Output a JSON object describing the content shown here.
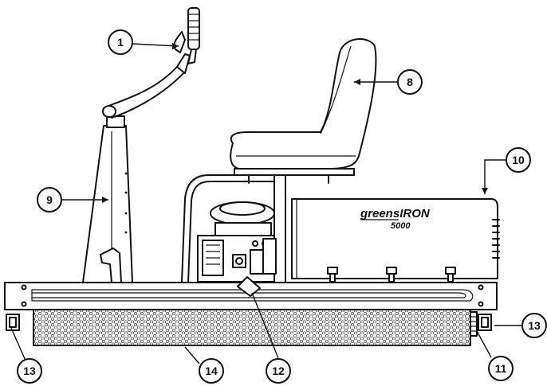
{
  "brand": {
    "name": "greensIRON",
    "model": "5000"
  },
  "callouts": [
    "1",
    "8",
    "9",
    "10",
    "12",
    "13",
    "13",
    "14",
    "11"
  ]
}
